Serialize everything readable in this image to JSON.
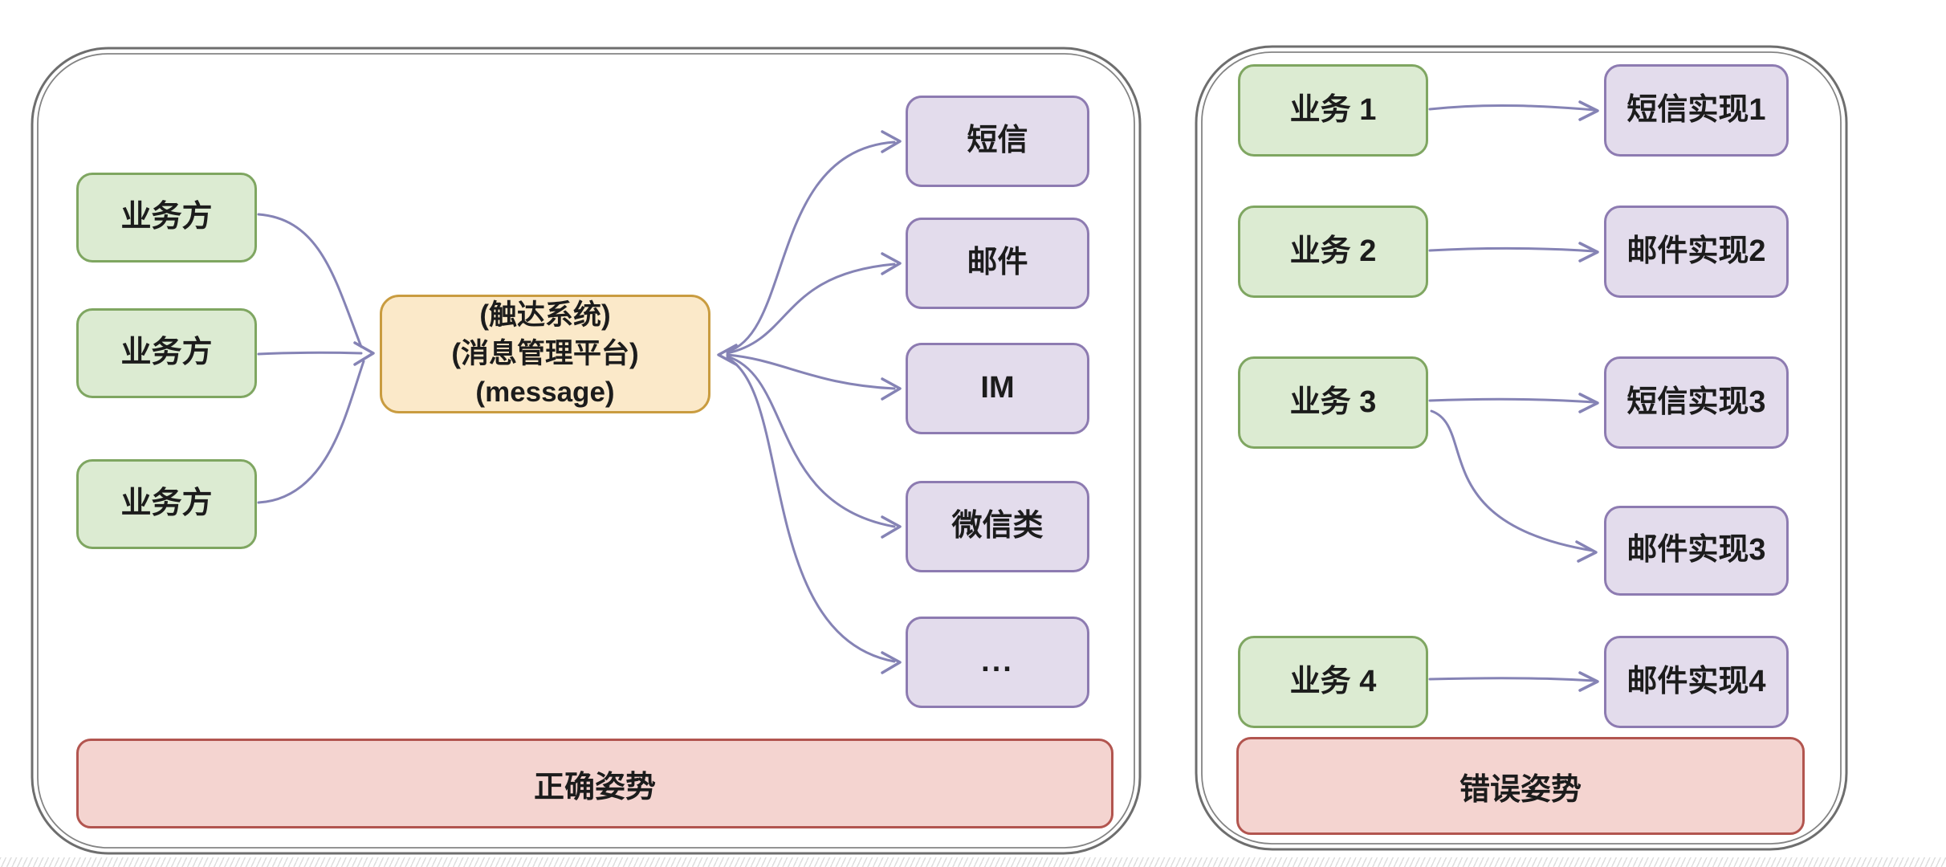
{
  "palette": {
    "green_fill": "#dcebd2",
    "green_border": "#7fa661",
    "orange_fill": "#fbe9c9",
    "orange_border": "#c99c40",
    "purple_fill": "#e3dcec",
    "purple_border": "#8d7bb1",
    "red_fill": "#f4d4d0",
    "red_border": "#b2554f",
    "arrow": "#8583b5",
    "panel_border": "#6e6e6e",
    "text": "#1c1c1c"
  },
  "left_panel": {
    "caption": "正确姿势",
    "sources": [
      {
        "label": "业务方"
      },
      {
        "label": "业务方"
      },
      {
        "label": "业务方"
      }
    ],
    "platform": {
      "line1": "(触达系统)",
      "line2": "(消息管理平台)",
      "line3": "(message)"
    },
    "channels": [
      {
        "label": "短信"
      },
      {
        "label": "邮件"
      },
      {
        "label": "IM"
      },
      {
        "label": "微信类"
      },
      {
        "label": "..."
      }
    ]
  },
  "right_panel": {
    "caption": "错误姿势",
    "businesses": [
      {
        "label": "业务 1"
      },
      {
        "label": "业务 2"
      },
      {
        "label": "业务 3"
      },
      {
        "label": "业务 4"
      }
    ],
    "implementations": [
      {
        "label": "短信实现1"
      },
      {
        "label": "邮件实现2"
      },
      {
        "label": "短信实现3"
      },
      {
        "label": "邮件实现3"
      },
      {
        "label": "邮件实现4"
      }
    ]
  }
}
